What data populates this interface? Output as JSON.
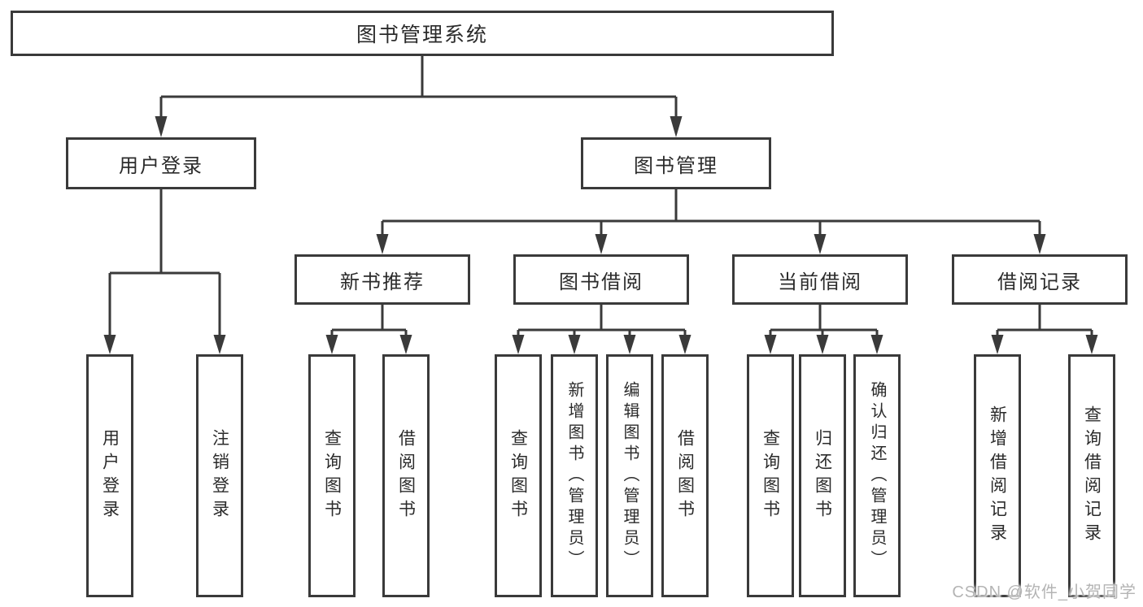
{
  "root": {
    "label": "图书管理系统"
  },
  "branches": [
    {
      "label": "用户登录",
      "children": [
        {
          "label": "用户登录"
        },
        {
          "label": "注销登录"
        }
      ]
    },
    {
      "label": "图书管理",
      "children": [
        {
          "label": "新书推荐",
          "children": [
            {
              "label": "查询图书"
            },
            {
              "label": "借阅图书"
            }
          ]
        },
        {
          "label": "图书借阅",
          "children": [
            {
              "label": "查询图书"
            },
            {
              "label": "新增图书（管理员）"
            },
            {
              "label": "编辑图书（管理员）"
            },
            {
              "label": "借阅图书"
            }
          ]
        },
        {
          "label": "当前借阅",
          "children": [
            {
              "label": "查询图书"
            },
            {
              "label": "归还图书"
            },
            {
              "label": "确认归还（管理员）"
            }
          ]
        },
        {
          "label": "借阅记录",
          "children": [
            {
              "label": "新增借阅记录"
            },
            {
              "label": "查询借阅记录"
            }
          ]
        }
      ]
    }
  ],
  "watermark": "CSDN @软件_小贺同学",
  "colors": {
    "line": "#3a3a3a",
    "text": "#2b2b2b",
    "watermark_text": "#b4b4b4",
    "background": "#ffffff"
  }
}
